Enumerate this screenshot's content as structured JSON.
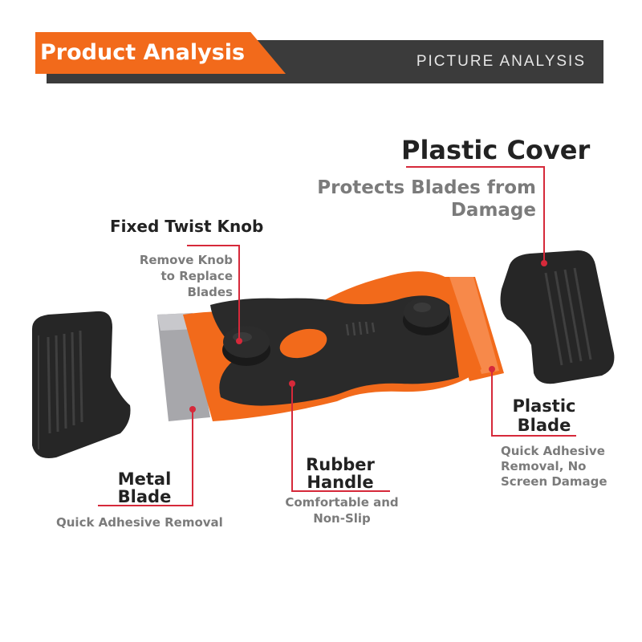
{
  "header": {
    "tag": "Product Analysis",
    "subtitle": "PICTURE ANALYSIS"
  },
  "callouts": {
    "plastic_cover": {
      "title": "Plastic Cover",
      "desc_line1": "Protects Blades from",
      "desc_line2": "Damage"
    },
    "twist_knob": {
      "title": "Fixed Twist Knob",
      "desc_line1": "Remove Knob",
      "desc_line2": "to Replace",
      "desc_line3": "Blades"
    },
    "plastic_blade": {
      "title_line1": "Plastic",
      "title_line2": "Blade",
      "desc_line1": "Quick Adhesive",
      "desc_line2": "Removal, No",
      "desc_line3": "Screen Damage"
    },
    "rubber_handle": {
      "title_line1": "Rubber",
      "title_line2": "Handle",
      "desc_line1": "Comfortable and",
      "desc_line2": "Non-Slip"
    },
    "metal_blade": {
      "title_line1": "Metal",
      "title_line2": "Blade",
      "desc": "Quick Adhesive Removal"
    }
  },
  "colors": {
    "accent_orange": "#f26a1b",
    "banner_dark": "#3b3b3b",
    "leader_red": "#d6293a",
    "handle_black": "#2a2a2a"
  }
}
